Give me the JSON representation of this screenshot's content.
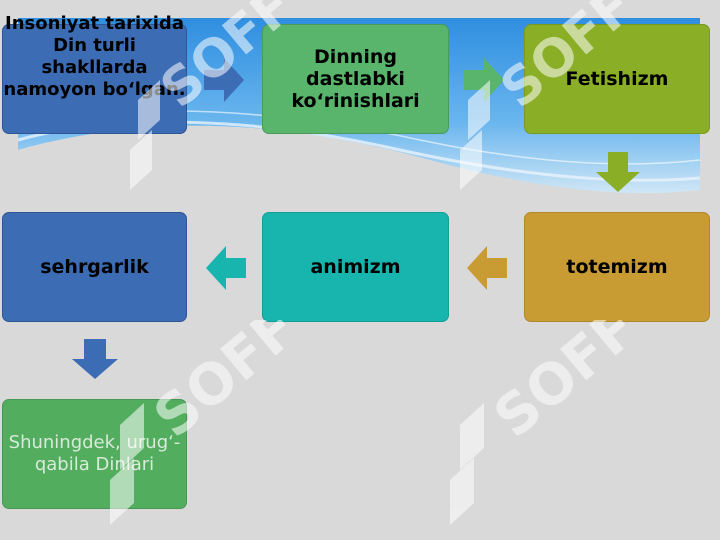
{
  "diagram": {
    "boxes": [
      {
        "id": "b1",
        "text": "Insoniyat tarixida Din turli shakllarda namoyon bo‘lgan.",
        "color": "#3c6cb4"
      },
      {
        "id": "b2",
        "text": "Dinning dastlabki ko‘rinishlari",
        "color": "#58b56b"
      },
      {
        "id": "b3",
        "text": "Fetishizm",
        "color": "#8bae27"
      },
      {
        "id": "b4",
        "text": "totemizm",
        "color": "#c89b33"
      },
      {
        "id": "b5",
        "text": "animizm",
        "color": "#17b5ae"
      },
      {
        "id": "b6",
        "text": "sehrgarlik",
        "color": "#3c6cb4"
      },
      {
        "id": "b7",
        "text": "Shuningdek, urug‘-qabila Dinlari",
        "color": "#52ad5f"
      }
    ],
    "arrows": [
      {
        "from": "b1",
        "to": "b2",
        "icon": "arrow-right-icon",
        "color": "#3c6cb4"
      },
      {
        "from": "b2",
        "to": "b3",
        "icon": "arrow-right-icon",
        "color": "#58b56b"
      },
      {
        "from": "b3",
        "to": "b4",
        "icon": "arrow-down-icon",
        "color": "#8bae27"
      },
      {
        "from": "b4",
        "to": "b5",
        "icon": "arrow-left-icon",
        "color": "#c89b33"
      },
      {
        "from": "b5",
        "to": "b6",
        "icon": "arrow-left-icon",
        "color": "#17b5ae"
      },
      {
        "from": "b6",
        "to": "b7",
        "icon": "arrow-down-icon",
        "color": "#3c6cb4"
      }
    ]
  },
  "watermark": {
    "text": "SOFF",
    "icon": "soff-logo-icon"
  }
}
